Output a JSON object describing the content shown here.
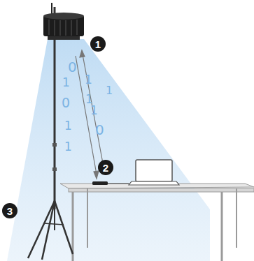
{
  "diagram": {
    "nodes": [
      {
        "text": [
          "1"
        ]
      },
      {
        "text": [
          "2"
        ]
      },
      {
        "text": [
          "3"
        ]
      }
    ],
    "labels": [
      "0",
      "1",
      "1",
      "0",
      "1",
      "1",
      "1",
      "0",
      "1",
      "1"
    ]
  }
}
